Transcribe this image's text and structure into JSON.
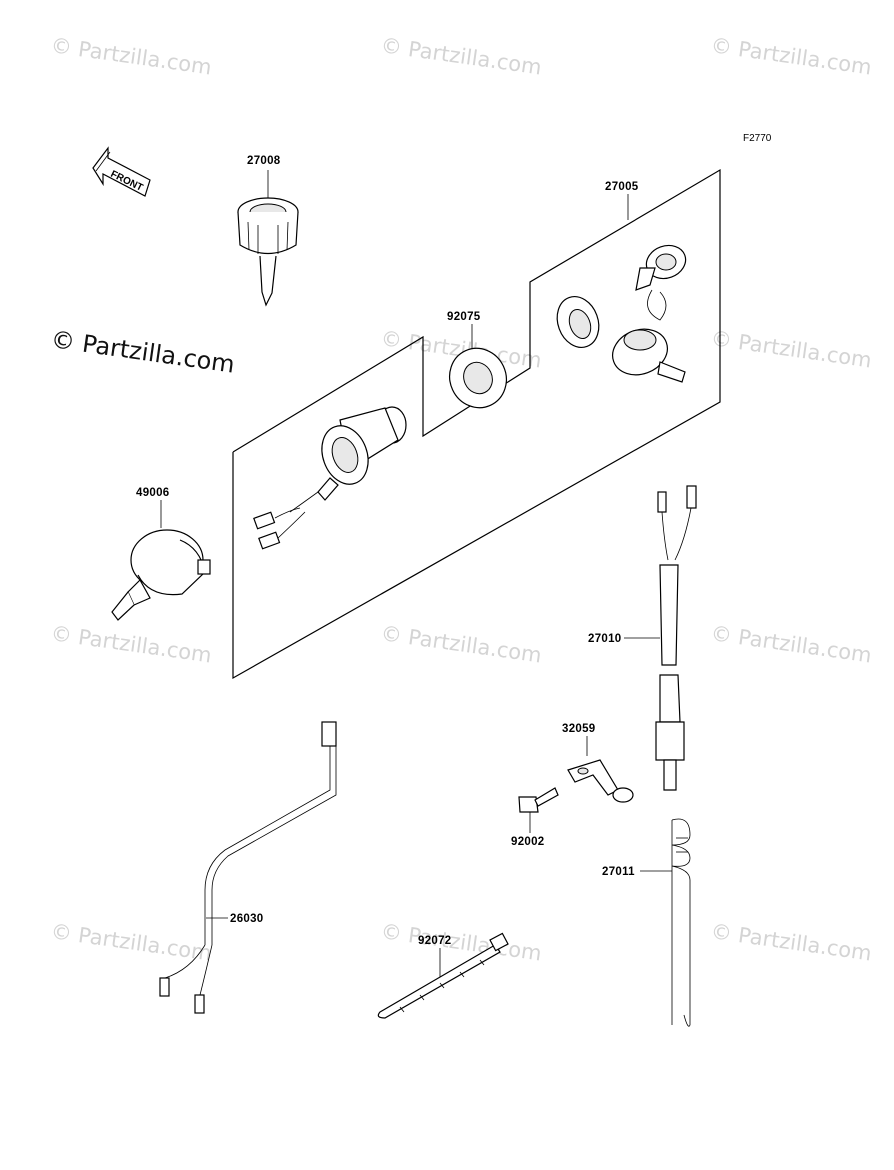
{
  "figure_code": "F2770",
  "front_arrow_label": "FRONT",
  "watermark_text": "© Partzilla.com",
  "watermark_large": "© Partzilla.com",
  "callouts": [
    {
      "id": "27008",
      "label": "27008"
    },
    {
      "id": "27005",
      "label": "27005"
    },
    {
      "id": "92075",
      "label": "92075"
    },
    {
      "id": "49006",
      "label": "49006"
    },
    {
      "id": "27010",
      "label": "27010"
    },
    {
      "id": "32059",
      "label": "32059"
    },
    {
      "id": "92002",
      "label": "92002"
    },
    {
      "id": "27011",
      "label": "27011"
    },
    {
      "id": "26030",
      "label": "26030"
    },
    {
      "id": "92072",
      "label": "92072"
    }
  ]
}
